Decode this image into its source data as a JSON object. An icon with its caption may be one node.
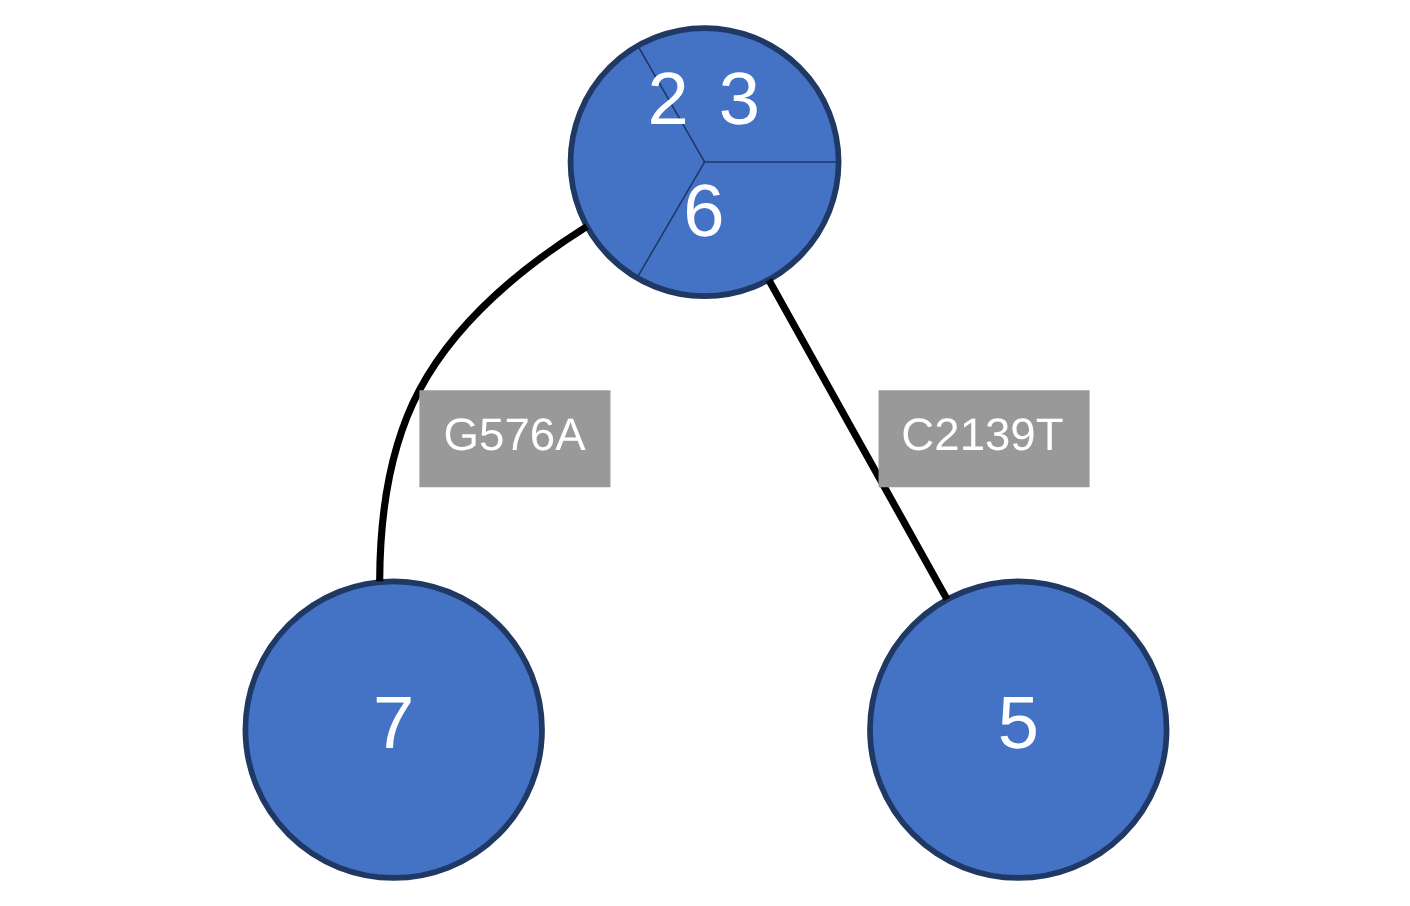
{
  "diagram": {
    "nodes": [
      {
        "text": [
          "2",
          "3",
          "6"
        ]
      },
      {
        "text": [
          "7"
        ]
      },
      {
        "text": [
          "5"
        ]
      }
    ],
    "edges": [
      {
        "from": 0,
        "to": 1,
        "arrow": "none",
        "label": "G576A"
      },
      {
        "from": 0,
        "to": 2,
        "arrow": "none",
        "label": "C2139T"
      }
    ]
  }
}
